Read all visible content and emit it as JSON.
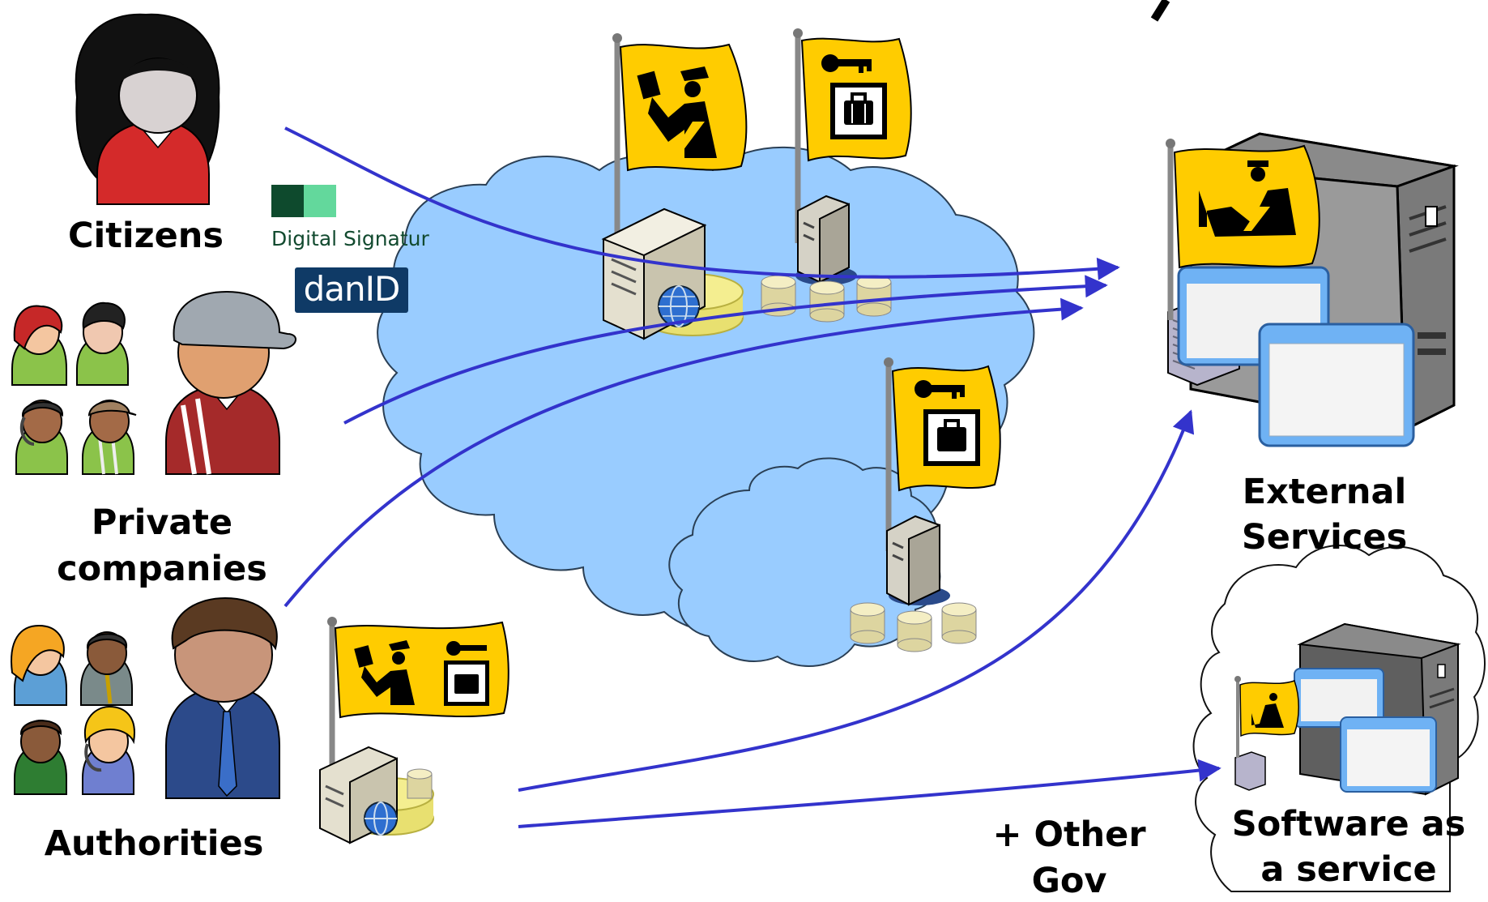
{
  "labels": {
    "citizens": "Citizens",
    "private_line1": "Private",
    "private_line2": "companies",
    "authorities": "Authorities",
    "external_line1": "External",
    "external_line2": "Services",
    "saas_line1": "Software as",
    "saas_line2": "a service",
    "other_line1": "+ Other",
    "other_line2": "Gov"
  },
  "brands": {
    "digital_signatur": "Digital Signatur",
    "danid": "danID"
  },
  "colors": {
    "cloud_fill": "#99ccff",
    "flag_fill": "#ffcc00",
    "arrow": "#3333cc",
    "server_beige": "#e4e0cf",
    "server_gray": "#777777",
    "window_blue": "#6fb2f4"
  },
  "icons": [
    "person-icon",
    "customs-officer-icon",
    "key-icon",
    "luggage-icon",
    "server-icon",
    "database-icon",
    "globe-icon",
    "app-window-icon",
    "flag-icon"
  ]
}
